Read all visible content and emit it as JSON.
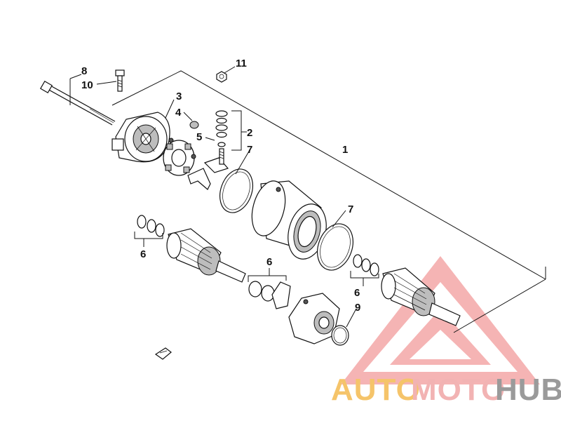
{
  "callouts": {
    "c1": "1",
    "c2": "2",
    "c3": "3",
    "c4": "4",
    "c5": "5",
    "c6a": "6",
    "c6b": "6",
    "c6c": "6",
    "c7a": "7",
    "c7b": "7",
    "c8": "8",
    "c9": "9",
    "c10": "10",
    "c11": "11"
  },
  "watermark": {
    "auto": "AUTO",
    "moto": "MOTO",
    "hub": "HUB",
    "colors": {
      "auto": "#f5c46a",
      "moto": "#f2b3b3",
      "hub": "#9a9a9a",
      "triangle": "#f08a8a"
    }
  }
}
